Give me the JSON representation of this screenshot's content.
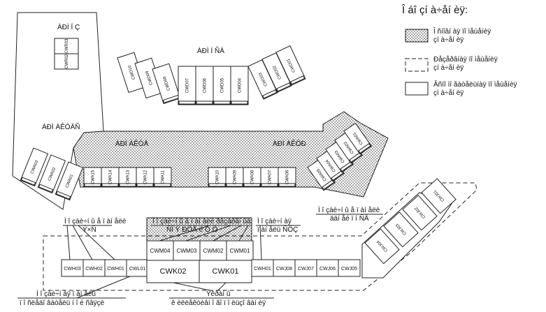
{
  "legend": {
    "title": "Î áî çí à÷åí èÿ:",
    "items": [
      {
        "style": "hatched",
        "line1": "Î ñíîâí àÿ ïî ìåùåíèÿ",
        "line2": "çí à÷åí èÿ"
      },
      {
        "style": "dashed",
        "line1": "Ðåçåðâíàÿ ïî ìåùåíèÿ",
        "line2": "çí à÷åí èÿ"
      },
      {
        "style": "solid",
        "line1": "Âñïî ìî ãàòåëüíàÿ ïî ìåùåíèÿ",
        "line2": "çí à÷åí èÿ"
      }
    ]
  },
  "zones": {
    "top_left": "ÀÐÌ Ï Ç",
    "top_center": "ÀÐÌ Í ÑÄ",
    "left_mid": "ÀÐÌ ÀÊÓÄÑ",
    "center_left": "ÀÐÌ ÀÊÓÄ",
    "center_right": "ÀÐÌ ÀÊÓÐ"
  },
  "cells": {
    "pz_box": [
      "CWR03",
      "CWR02"
    ],
    "nsd_left": [
      "CWD10",
      "CWD09",
      "CWD08"
    ],
    "nsd_mid": [
      "CWD07",
      "CWD06",
      "CWD05",
      "CWD04"
    ],
    "nsd_right": [
      "CWD03",
      "CWD02",
      "CWD01"
    ],
    "akuds_diag": [
      "CWA03",
      "CWA02",
      "CWA01"
    ],
    "akud_row": [
      "CWA15",
      "CWA14",
      "CWA13",
      "CWA12",
      "CWA11"
    ],
    "akur_row": [
      "CWA10",
      "CWA09",
      "CWA08",
      "CWA07",
      "CWA06"
    ],
    "akur_diag": [
      "CWA05",
      "CWA04",
      "CWA03",
      "CWA02",
      "CWA01"
    ],
    "reserve_left": [
      "CWH03",
      "CWH02",
      "CWH01",
      "CWL01"
    ],
    "reserve_center_top": [
      "CWM04",
      "CWM03",
      "CWM02",
      "CWM01"
    ],
    "reserve_center_bottom": [
      "CWK02",
      "CWK01"
    ],
    "reserve_right": [
      "CWH01",
      "CWJ08",
      "CWJ07",
      "CWJ06",
      "CWJ05"
    ],
    "reserve_diag": [
      "CWJ04",
      "CWJ03",
      "CWJ02",
      "CWJ01"
    ]
  },
  "annotations": {
    "a1_line1": "Ì î çàè÷í û å ï àí åëè",
    "a1_line2": "Ý×Ñ",
    "a2_line1": "Ì î çàè÷í û å ï àí åëè ðåçåðâí ûå",
    "a2_line2": "ÑÎ Ý ÐÖÅ è Ò Ö",
    "a3_line1": "Ì î çàè÷í àÿ",
    "a3_line2": "ï àí åëü ÑÖÇ",
    "a4_line1": "Ì î çàè÷í û å ï àí åëè",
    "a4_line2": "ääí åé ï í ÑÄ",
    "a5_line1": "Ì î çàè÷í àÿ ï àí åëü",
    "a5_line2": "ï î ñëåäî âàòåëü í î é ñâÿçè",
    "a6_line1": "Ýêðàí û",
    "a6_line2": "ê èëëåêòèâí î ãî ï î ëüçî âàí èÿ"
  }
}
